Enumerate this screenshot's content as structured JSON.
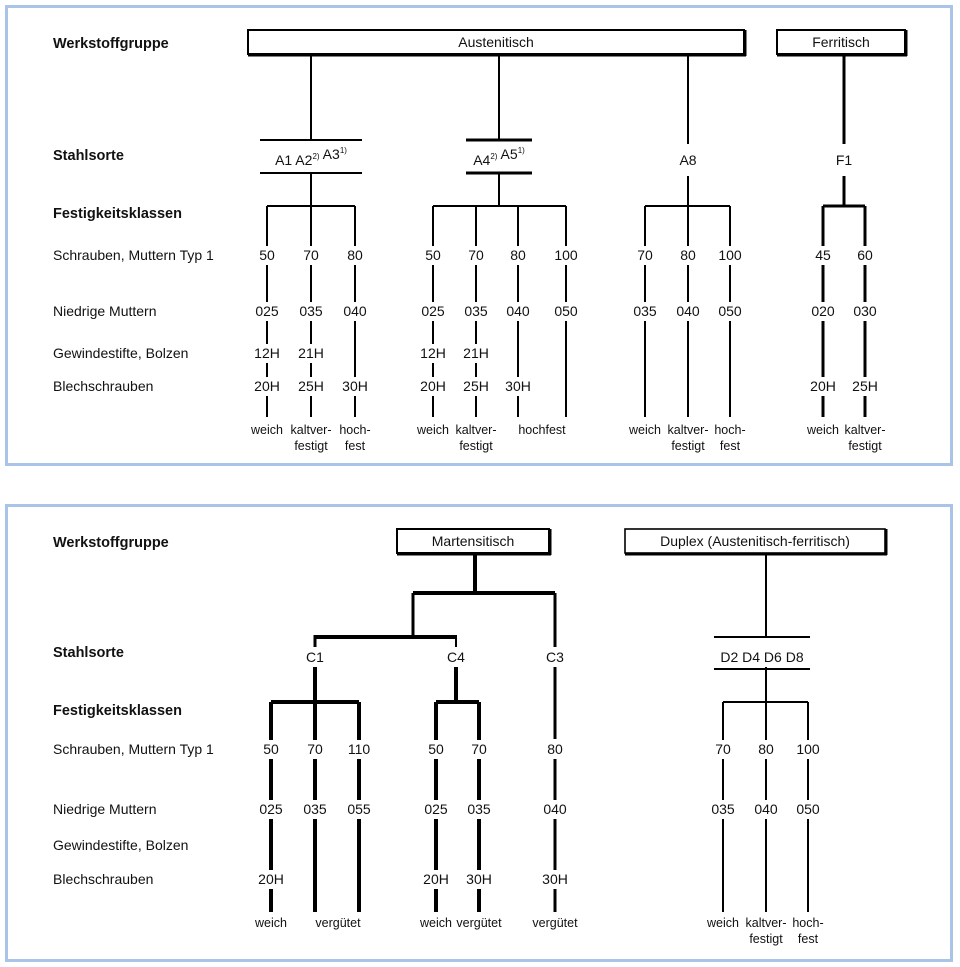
{
  "row_labels": {
    "werkstoffgruppe": "Werkstoffgruppe",
    "stahlsorte": "Stahlsorte",
    "festigkeitsklassen": "Festigkeitsklassen",
    "schrauben": "Schrauben, Muttern Typ 1",
    "niedrige_muttern": "Niedrige Muttern",
    "gewindestifte": "Gewindestifte, Bolzen",
    "blechschrauben": "Blechschrauben"
  },
  "top_panel": {
    "groups": [
      {
        "name": "Austenitisch",
        "sorten": [
          {
            "label": [
              {
                "t": "A1"
              },
              {
                "t": "A2",
                "sup": "2)"
              },
              {
                "t": "A3",
                "sup": "1)"
              }
            ],
            "classes": [
              {
                "schrauben": "50",
                "niedrige": "025",
                "gewinde": "12H",
                "blech": "20H",
                "caption": [
                  "weich"
                ]
              },
              {
                "schrauben": "70",
                "niedrige": "035",
                "gewinde": "21H",
                "blech": "25H",
                "caption": [
                  "kaltver-",
                  "festigt"
                ]
              },
              {
                "schrauben": "80",
                "niedrige": "040",
                "gewinde": "",
                "blech": "30H",
                "caption": [
                  "hoch-",
                  "fest"
                ]
              }
            ]
          },
          {
            "label": [
              {
                "t": "A4",
                "sup": "2)"
              },
              {
                "t": "A5",
                "sup": "1)"
              }
            ],
            "classes": [
              {
                "schrauben": "50",
                "niedrige": "025",
                "gewinde": "12H",
                "blech": "20H",
                "caption": [
                  "weich"
                ]
              },
              {
                "schrauben": "70",
                "niedrige": "035",
                "gewinde": "21H",
                "blech": "25H",
                "caption": [
                  "kaltver-",
                  "festigt"
                ]
              },
              {
                "schrauben": "80",
                "niedrige": "040",
                "gewinde": "",
                "blech": "30H",
                "caption": []
              },
              {
                "schrauben": "100",
                "niedrige": "050",
                "gewinde": "",
                "blech": "",
                "caption": []
              }
            ],
            "shared_caption": "hochfest"
          },
          {
            "label": [
              {
                "t": "A8"
              }
            ],
            "classes": [
              {
                "schrauben": "70",
                "niedrige": "035",
                "gewinde": "",
                "blech": "",
                "caption": [
                  "weich"
                ]
              },
              {
                "schrauben": "80",
                "niedrige": "040",
                "gewinde": "",
                "blech": "",
                "caption": [
                  "kaltver-",
                  "festigt"
                ]
              },
              {
                "schrauben": "100",
                "niedrige": "050",
                "gewinde": "",
                "blech": "",
                "caption": [
                  "hoch-",
                  "fest"
                ]
              }
            ]
          }
        ]
      },
      {
        "name": "Ferritisch",
        "sorten": [
          {
            "label": [
              {
                "t": "F1"
              }
            ],
            "classes": [
              {
                "schrauben": "45",
                "niedrige": "020",
                "gewinde": "",
                "blech": "20H",
                "caption": [
                  "weich"
                ]
              },
              {
                "schrauben": "60",
                "niedrige": "030",
                "gewinde": "",
                "blech": "25H",
                "caption": [
                  "kaltver-",
                  "festigt"
                ]
              }
            ]
          }
        ]
      }
    ]
  },
  "bottom_panel": {
    "groups": [
      {
        "name": "Martensitisch",
        "sorten": [
          {
            "label": [
              {
                "t": "C1"
              }
            ],
            "classes": [
              {
                "schrauben": "50",
                "niedrige": "025",
                "gewinde": "",
                "blech": "20H",
                "caption": [
                  "weich"
                ]
              },
              {
                "schrauben": "70",
                "niedrige": "035",
                "gewinde": "",
                "blech": "",
                "caption": []
              },
              {
                "schrauben": "110",
                "niedrige": "055",
                "gewinde": "",
                "blech": "",
                "caption": []
              }
            ],
            "shared_caption": "vergütet"
          },
          {
            "label": [
              {
                "t": "C4"
              }
            ],
            "classes": [
              {
                "schrauben": "50",
                "niedrige": "025",
                "gewinde": "",
                "blech": "20H",
                "caption": [
                  "weich"
                ]
              },
              {
                "schrauben": "70",
                "niedrige": "035",
                "gewinde": "",
                "blech": "30H",
                "caption": [
                  "vergütet"
                ]
              }
            ]
          },
          {
            "label": [
              {
                "t": "C3"
              }
            ],
            "classes": [
              {
                "schrauben": "80",
                "niedrige": "040",
                "gewinde": "",
                "blech": "30H",
                "caption": [
                  "vergütet"
                ]
              }
            ]
          }
        ]
      },
      {
        "name": "Duplex (Austenitisch-ferritisch)",
        "sorten": [
          {
            "label": [
              {
                "t": "D2"
              },
              {
                "t": "D4"
              },
              {
                "t": "D6"
              },
              {
                "t": "D8"
              }
            ],
            "classes": [
              {
                "schrauben": "70",
                "niedrige": "035",
                "gewinde": "",
                "blech": "",
                "caption": [
                  "weich"
                ]
              },
              {
                "schrauben": "80",
                "niedrige": "040",
                "gewinde": "",
                "blech": "",
                "caption": [
                  "kaltver-",
                  "festigt"
                ]
              },
              {
                "schrauben": "100",
                "niedrige": "050",
                "gewinde": "",
                "blech": "",
                "caption": [
                  "hoch-",
                  "fest"
                ]
              }
            ]
          }
        ]
      }
    ]
  }
}
